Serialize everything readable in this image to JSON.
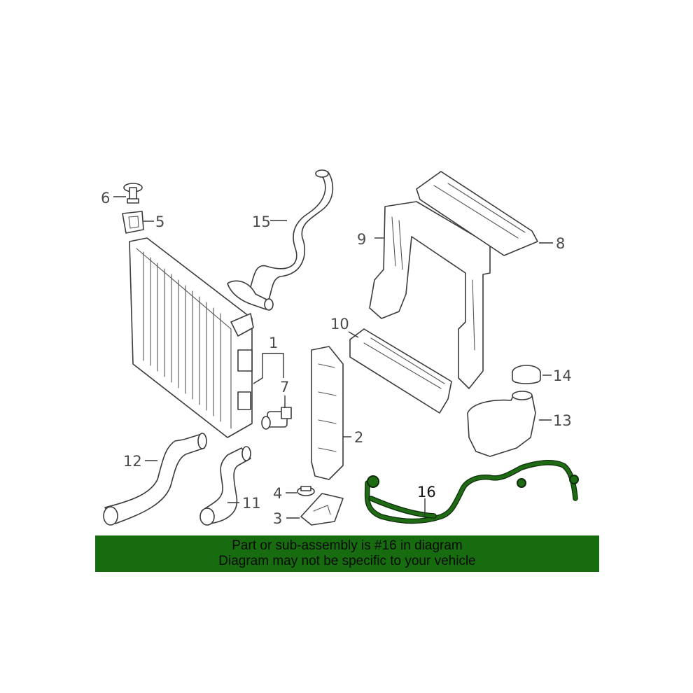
{
  "diagram": {
    "callouts": {
      "c1": "1",
      "c2": "2",
      "c3": "3",
      "c4": "4",
      "c5": "5",
      "c6": "6",
      "c7": "7",
      "c8": "8",
      "c9": "9",
      "c10": "10",
      "c11": "11",
      "c12": "12",
      "c13": "13",
      "c14": "14",
      "c15": "15",
      "c16": "16"
    },
    "highlight_color": "#166c0e"
  },
  "banner": {
    "line1": "Part or sub-assembly is #16 in diagram",
    "line2": "Diagram may not be specific to your vehicle"
  }
}
